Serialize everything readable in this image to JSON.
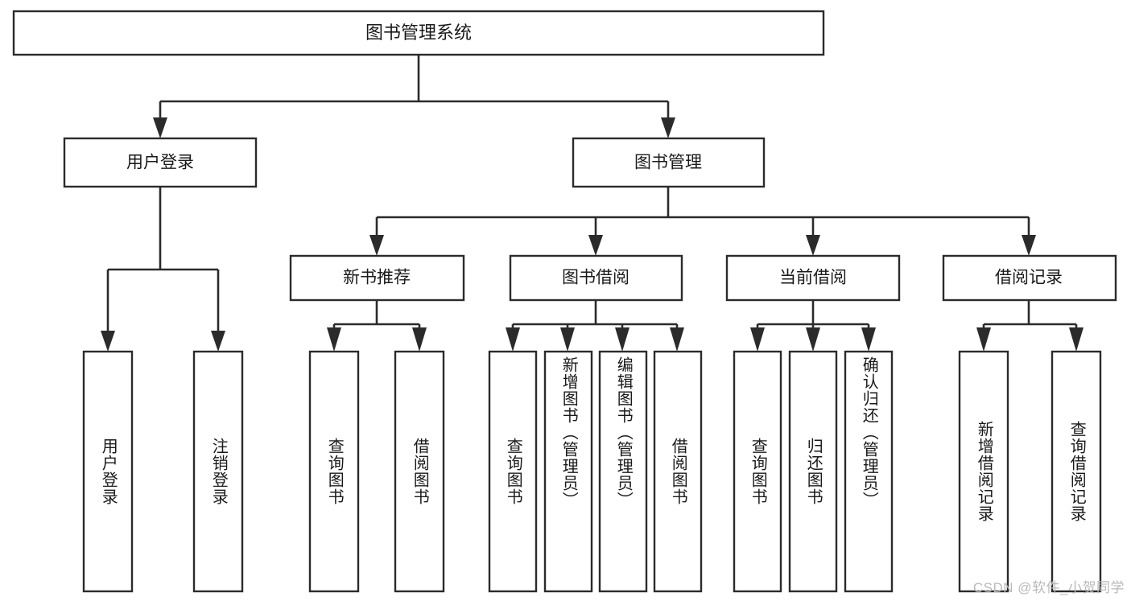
{
  "diagram": {
    "type": "tree-hierarchy",
    "title": "图书管理系统",
    "watermark": "CSDN @软件_小贺同学",
    "colors": {
      "box_stroke": "#2b2b2b",
      "box_fill": "#ffffff",
      "connector": "#2b2b2b",
      "text": "#1a1a1a",
      "watermark": "#b9b9b9",
      "background": "#ffffff"
    },
    "root": {
      "label": "图书管理系统"
    },
    "level1": [
      {
        "label": "用户登录"
      },
      {
        "label": "图书管理"
      }
    ],
    "level2": [
      {
        "label": "新书推荐"
      },
      {
        "label": "图书借阅"
      },
      {
        "label": "当前借阅"
      },
      {
        "label": "借阅记录"
      }
    ],
    "leaves": {
      "user_login": [
        {
          "label": "用户登录"
        },
        {
          "label": "注销登录"
        }
      ],
      "new_book_recommend": [
        {
          "label": "查询图书"
        },
        {
          "label": "借阅图书"
        }
      ],
      "book_borrow": [
        {
          "label": "查询图书"
        },
        {
          "label": "新增图书（管理员）"
        },
        {
          "label": "编辑图书（管理员）"
        },
        {
          "label": "借阅图书"
        }
      ],
      "current_borrow": [
        {
          "label": "查询图书"
        },
        {
          "label": "归还图书"
        },
        {
          "label": "确认归还（管理员）"
        }
      ],
      "borrow_record": [
        {
          "label": "新增借阅记录"
        },
        {
          "label": "查询借阅记录"
        }
      ]
    }
  }
}
